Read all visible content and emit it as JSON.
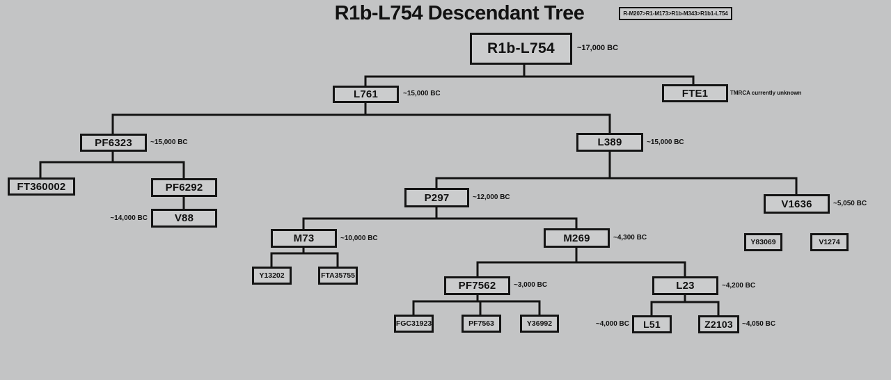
{
  "title": "R1b-L754 Descendant Tree",
  "lineage_path": "R-M207>R1-M173>R1b-M343>R1b1-L754",
  "colors": {
    "background": "#c3c4c5",
    "box_fill": "#cbcccd",
    "line": "#141414",
    "text": "#121212"
  },
  "nodes": {
    "r1b_l754": {
      "label": "R1b-L754",
      "note": "~17,000 BC"
    },
    "l761": {
      "label": "L761",
      "note": "~15,000 BC"
    },
    "fte1": {
      "label": "FTE1",
      "note": "TMRCA currently unknown"
    },
    "pf6323": {
      "label": "PF6323",
      "note": "~15,000 BC"
    },
    "l389": {
      "label": "L389",
      "note": "~15,000 BC"
    },
    "ft360002": {
      "label": "FT360002",
      "note": ""
    },
    "pf6292": {
      "label": "PF6292",
      "note": ""
    },
    "v88": {
      "label": "V88",
      "note": "~14,000 BC"
    },
    "p297": {
      "label": "P297",
      "note": "~12,000 BC"
    },
    "v1636": {
      "label": "V1636",
      "note": "~5,050 BC"
    },
    "y83069": {
      "label": "Y83069",
      "note": ""
    },
    "v1274": {
      "label": "V1274",
      "note": ""
    },
    "m73": {
      "label": "M73",
      "note": "~10,000 BC"
    },
    "m269": {
      "label": "M269",
      "note": "~4,300 BC"
    },
    "y13202": {
      "label": "Y13202",
      "note": ""
    },
    "fta35755": {
      "label": "FTA35755",
      "note": ""
    },
    "pf7562": {
      "label": "PF7562",
      "note": "~3,000 BC"
    },
    "fgc31923": {
      "label": "FGC31923",
      "note": ""
    },
    "pf7563": {
      "label": "PF7563",
      "note": ""
    },
    "y36992": {
      "label": "Y36992",
      "note": ""
    },
    "l23": {
      "label": "L23",
      "note": "~4,200 BC"
    },
    "l51": {
      "label": "L51",
      "note": "~4,000 BC"
    },
    "z2103": {
      "label": "Z2103",
      "note": "~4,050 BC"
    }
  },
  "hierarchy": {
    "R1b-L754": [
      "L761",
      "FTE1"
    ],
    "L761": [
      "PF6323",
      "L389"
    ],
    "PF6323": [
      "FT360002",
      "PF6292"
    ],
    "PF6292": [
      "V88"
    ],
    "L389": [
      "P297",
      "V1636"
    ],
    "P297": [
      "M73",
      "M269"
    ],
    "V1636": [
      "Y83069",
      "V1274"
    ],
    "M73": [
      "Y13202",
      "FTA35755"
    ],
    "M269": [
      "PF7562",
      "L23"
    ],
    "PF7562": [
      "FGC31923",
      "PF7563",
      "Y36992"
    ],
    "L23": [
      "L51",
      "Z2103"
    ]
  }
}
